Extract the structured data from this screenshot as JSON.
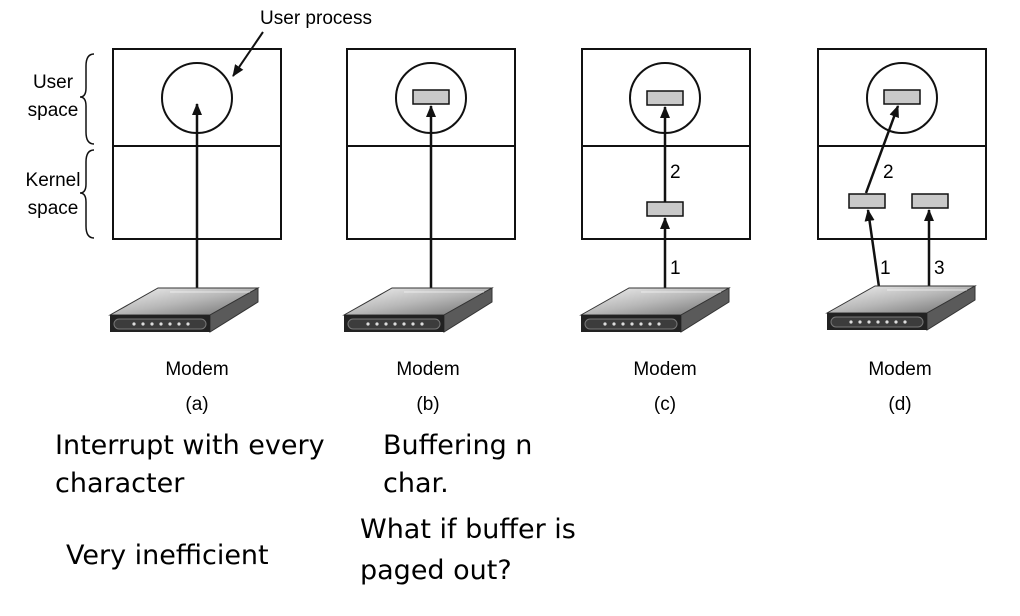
{
  "diagram": {
    "user_process_label": "User process",
    "user_space_label": [
      "User",
      "space"
    ],
    "kernel_space_label": [
      "Kernel",
      "space"
    ],
    "panels": [
      {
        "id": "a",
        "device_label": "Modem",
        "caption": "(a)"
      },
      {
        "id": "b",
        "device_label": "Modem",
        "caption": "(b)"
      },
      {
        "id": "c",
        "device_label": "Modem",
        "caption": "(c)",
        "step_labels": [
          "1",
          "2"
        ]
      },
      {
        "id": "d",
        "device_label": "Modem",
        "caption": "(d)",
        "step_labels": [
          "1",
          "2",
          "3"
        ]
      }
    ]
  },
  "notes": {
    "a_line1": "Interrupt with every",
    "a_line2": "character",
    "a_line3": "Very inefficient",
    "b_line1": "Buffering n",
    "b_line2": "char.",
    "b_line3": "What if buffer is",
    "b_line4": "paged out?"
  },
  "colors": {
    "buffer_fill": "#c9c9c9",
    "line": "#111111"
  }
}
